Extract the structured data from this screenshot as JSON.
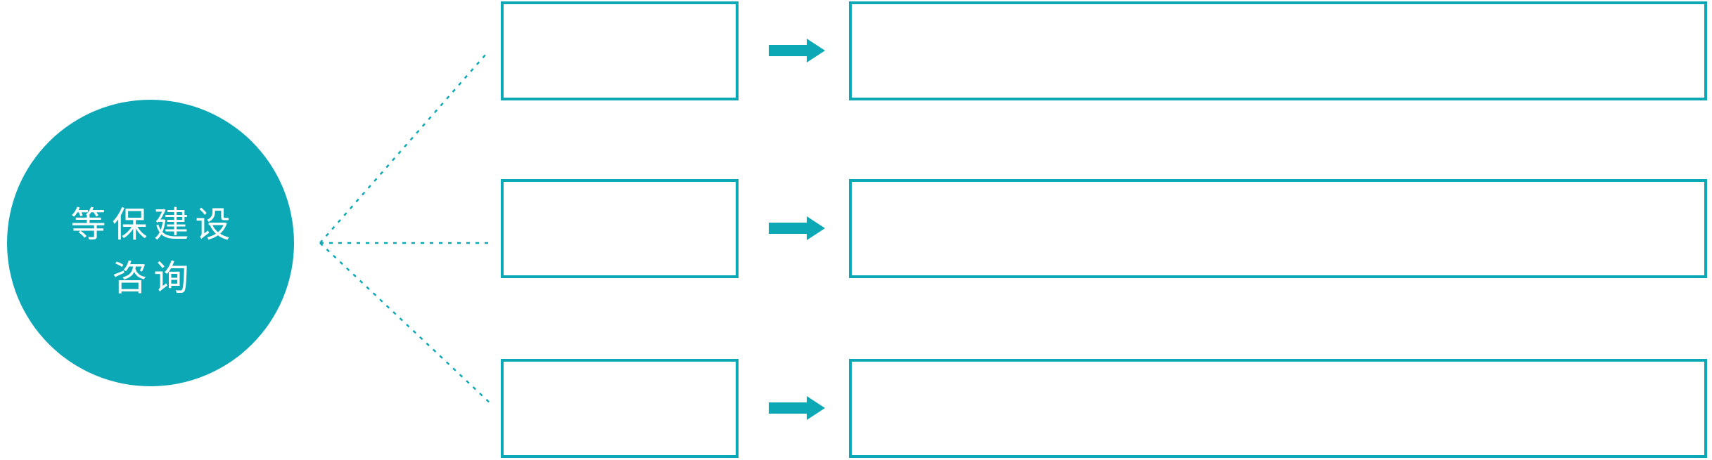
{
  "diagram": {
    "title_circle": {
      "line1": "等保建设",
      "line2": "咨询"
    },
    "rows": [
      {
        "box_label": "",
        "description": ""
      },
      {
        "box_label": "",
        "description": ""
      },
      {
        "box_label": "",
        "description": ""
      }
    ]
  },
  "icons": {
    "row_arrow": "right-arrow-icon",
    "connector": "dotted-fan-connector"
  },
  "colors": {
    "accent": "#0CA8B6",
    "circle_text": "#FFFFFF",
    "background": "#FFFFFF"
  }
}
